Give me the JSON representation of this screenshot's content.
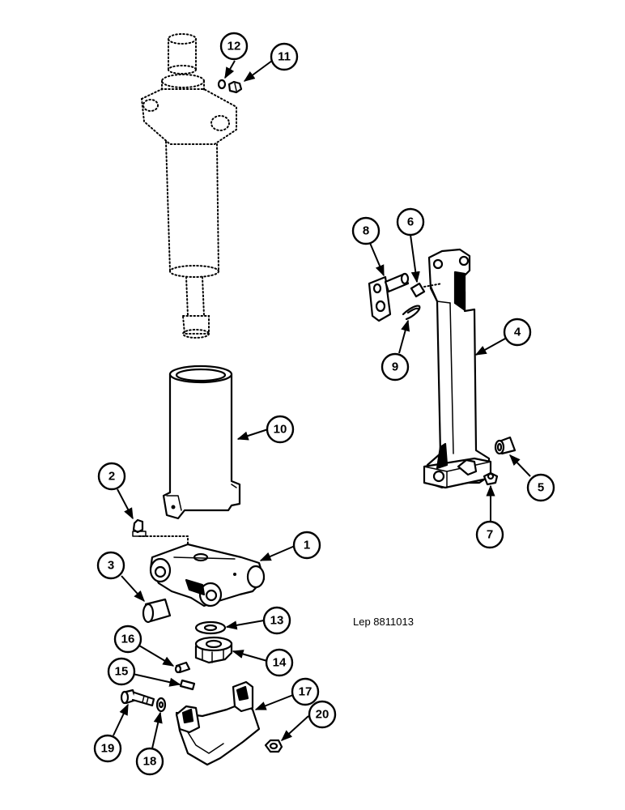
{
  "callouts": [
    {
      "id": "1",
      "label": "1"
    },
    {
      "id": "2",
      "label": "2"
    },
    {
      "id": "3",
      "label": "3"
    },
    {
      "id": "4",
      "label": "4"
    },
    {
      "id": "5",
      "label": "5"
    },
    {
      "id": "6",
      "label": "6"
    },
    {
      "id": "7",
      "label": "7"
    },
    {
      "id": "8",
      "label": "8"
    },
    {
      "id": "9",
      "label": "9"
    },
    {
      "id": "10",
      "label": "10"
    },
    {
      "id": "11",
      "label": "11"
    },
    {
      "id": "12",
      "label": "12"
    },
    {
      "id": "13",
      "label": "13"
    },
    {
      "id": "14",
      "label": "14"
    },
    {
      "id": "15",
      "label": "15"
    },
    {
      "id": "16",
      "label": "16"
    },
    {
      "id": "17",
      "label": "17"
    },
    {
      "id": "18",
      "label": "18"
    },
    {
      "id": "19",
      "label": "19"
    },
    {
      "id": "20",
      "label": "20"
    }
  ],
  "reference": "Lep 8811013"
}
